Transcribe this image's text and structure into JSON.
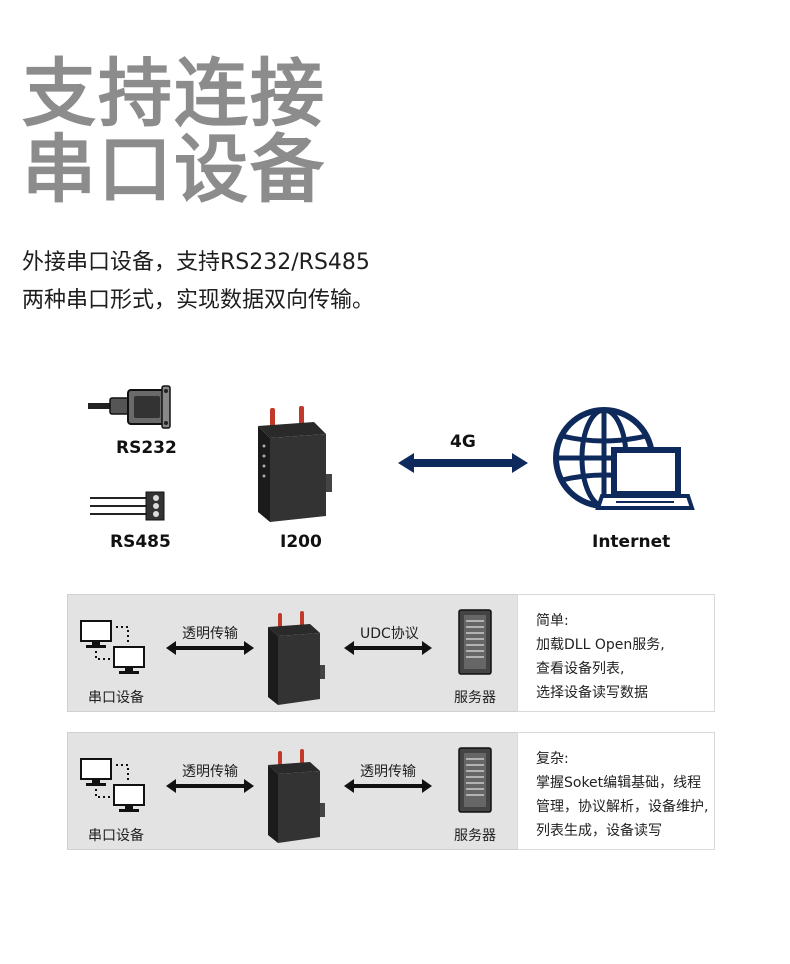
{
  "headline": {
    "line1": "支持连接",
    "line2": "串口设备"
  },
  "description": {
    "line1": "外接串口设备，支持RS232/RS485",
    "line2": "两种串口形式，实现数据双向传输。"
  },
  "diagram": {
    "rs232_label": "RS232",
    "rs485_label": "RS485",
    "device_label": "I200",
    "link_label": "4G",
    "internet_label": "Internet"
  },
  "panels": [
    {
      "device_label": "串口设备",
      "link1_label": "透明传输",
      "link2_label": "UDC协议",
      "server_label": "服务器",
      "note_lines": [
        "简单:",
        "加载DLL Open服务,",
        "查看设备列表,",
        "选择设备读写数据"
      ]
    },
    {
      "device_label": "串口设备",
      "link1_label": "透明传输",
      "link2_label": "透明传输",
      "server_label": "服务器",
      "note_lines": [
        "复杂:",
        "掌握Soket编辑基础，线程",
        "管理，协议解析，设备维护,",
        "列表生成，设备读写"
      ]
    }
  ],
  "colors": {
    "headline": "#8c8c8c",
    "navy": "#0e2a5c",
    "panel_bg": "#e3e3e3"
  }
}
